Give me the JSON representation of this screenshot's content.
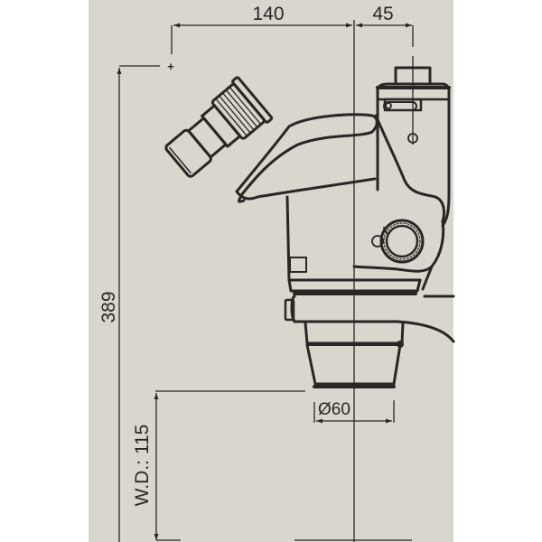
{
  "drawing": {
    "type": "technical dimension drawing",
    "subject": "stereo microscope trinocular head with zoom body",
    "background_color": "#d9d6ce",
    "line_color": "#2a2624",
    "page_color": "#ffffff"
  },
  "dimensions": {
    "eyepiece_to_axis": {
      "value": "140",
      "orientation": "horizontal"
    },
    "axis_to_camera_port": {
      "value": "45",
      "orientation": "horizontal"
    },
    "total_height": {
      "value": "389",
      "orientation": "vertical"
    },
    "working_distance": {
      "label": "W.D.: 115",
      "orientation": "vertical"
    },
    "objective_diameter": {
      "value": "Ø60",
      "orientation": "horizontal"
    }
  },
  "markers": {
    "eyepoint": "+"
  }
}
